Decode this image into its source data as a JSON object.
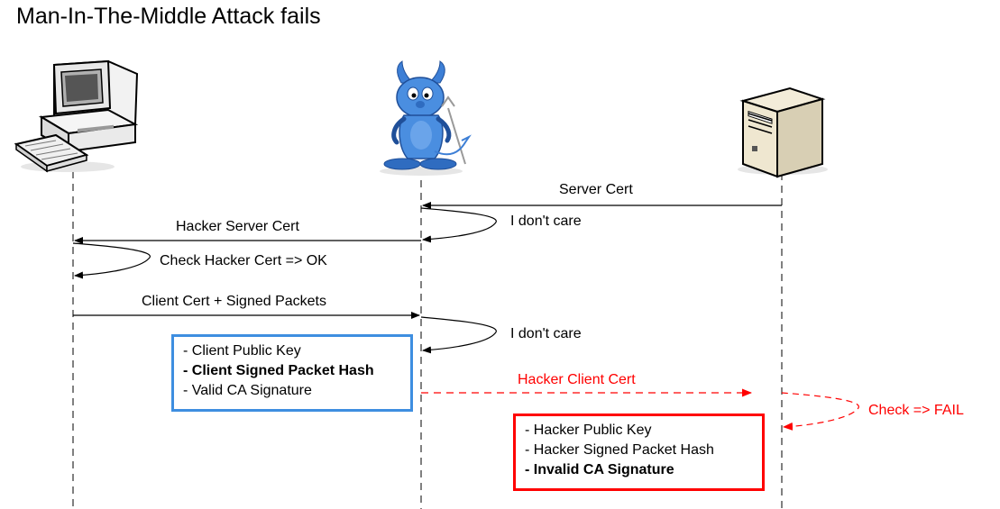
{
  "title": "Man-In-The-Middle Attack fails",
  "actors": {
    "client_icon": "desktop-computer-icon",
    "attacker_icon": "bsd-daemon-mascot-icon",
    "server_icon": "server-tower-icon"
  },
  "messages": {
    "server_cert": "Server Cert",
    "dont_care_1": "I don't care",
    "hacker_server_cert": "Hacker Server Cert",
    "check_hacker_cert": "Check Hacker Cert => OK",
    "client_cert_signed": "Client Cert + Signed Packets",
    "dont_care_2": "I don't care",
    "hacker_client_cert": "Hacker Client Cert",
    "check_fail": "Check => FAIL"
  },
  "client_box": {
    "line1": "- Client Public Key",
    "line2": "- Client Signed Packet Hash",
    "line3": "- Valid CA Signature"
  },
  "hacker_box": {
    "line1": "- Hacker Public Key",
    "line2": "- Hacker Signed Packet Hash",
    "line3": "- Invalid CA Signature"
  },
  "colors": {
    "accent_blue": "#3e8ee0",
    "fail_red": "#ff0000",
    "daemon_blue": "#3d7fd6"
  }
}
